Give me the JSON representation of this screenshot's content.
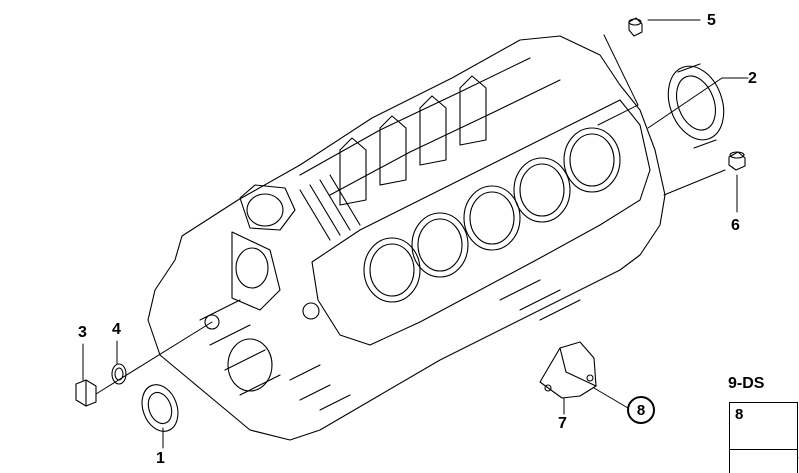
{
  "callouts": {
    "c1": "1",
    "c2": "2",
    "c3": "3",
    "c4": "4",
    "c5": "5",
    "c6": "6",
    "c7": "7",
    "c8": "8"
  },
  "kit": {
    "title": "9-DS",
    "item_number": "8"
  }
}
